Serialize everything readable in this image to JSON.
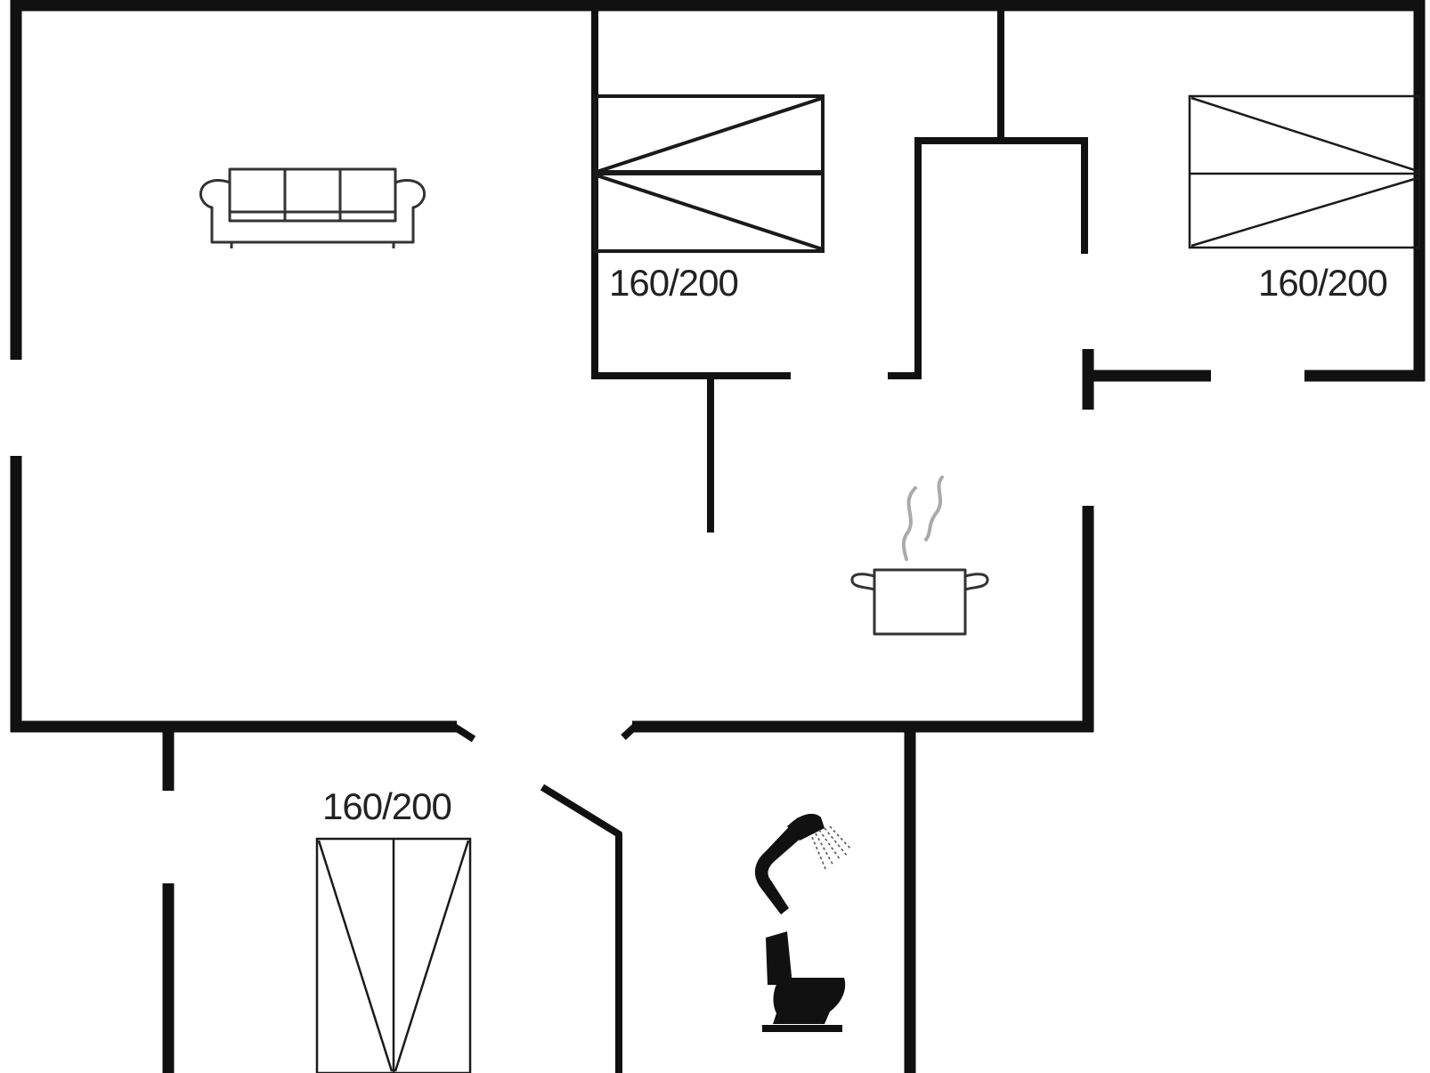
{
  "floorplan": {
    "beds": [
      {
        "label": "160/200"
      },
      {
        "label": "160/200"
      },
      {
        "label": "160/200"
      }
    ],
    "icons": [
      "sofa-icon",
      "cooking-pot-icon",
      "shower-icon",
      "toilet-icon"
    ],
    "colors": {
      "wall": "#111111",
      "furniture": "#333333",
      "steam": "#aaaaaa",
      "background": "#ffffff"
    }
  }
}
